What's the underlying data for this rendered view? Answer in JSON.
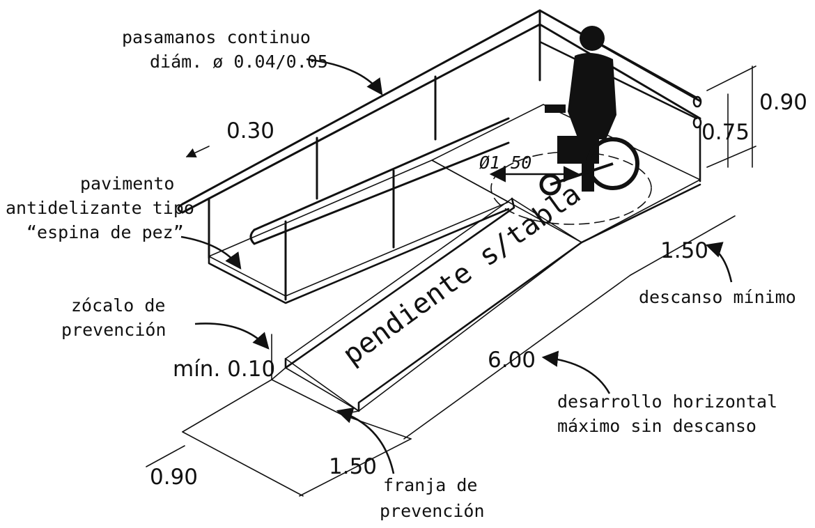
{
  "labels": {
    "handrail": [
      "pasamanos continuo",
      "diám. ø 0.04/0.05"
    ],
    "pavement": [
      "pavimento",
      "antidelizante tipo",
      "“espina de pez”"
    ],
    "plinth": [
      "zócalo de",
      "prevención"
    ],
    "strip": [
      "franja de",
      "prevención"
    ],
    "landing": "descanso mínimo",
    "run": [
      "desarrollo horizontal",
      "máximo sin descanso"
    ],
    "slope": "pendiente s/tabla",
    "turn_diameter": "Ø1.50"
  },
  "dimensions": {
    "upper_handrail_height": "0.90",
    "lower_handrail_height": "0.75",
    "handrail_extension": "0.30",
    "landing_length": "1.50",
    "max_run": "6.00",
    "plinth_height": "mín. 0.10",
    "strip_depth": "0.90",
    "strip_width": "1.50"
  }
}
